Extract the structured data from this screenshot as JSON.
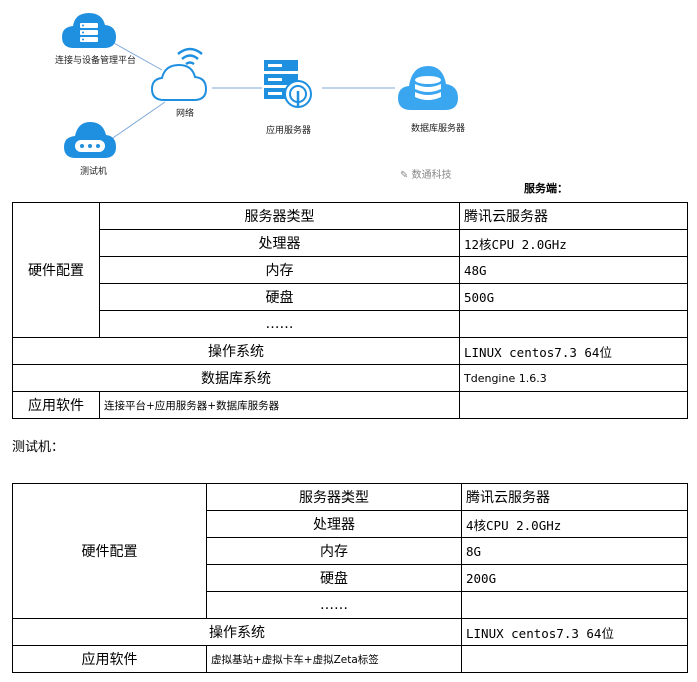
{
  "diagram": {
    "platform_label": "连接与设备管理平台",
    "network_label": "网络",
    "app_server_label": "应用服务器",
    "db_server_label": "数据库服务器",
    "tester_label": "测试机",
    "watermark": "数通科技"
  },
  "server_section": {
    "title": "服务端：",
    "hardware_label": "硬件配置",
    "rows": [
      {
        "key": "服务器类型",
        "value": "腾讯云服务器"
      },
      {
        "key": "处理器",
        "value": "12核CPU  2.0GHz"
      },
      {
        "key": "内存",
        "value": "48G"
      },
      {
        "key": "硬盘",
        "value": "500G"
      },
      {
        "key": "……",
        "value": ""
      }
    ],
    "os_label": "操作系统",
    "os_value": "LINUX  centos7.3 64位",
    "db_label": "数据库系统",
    "db_value": "Tdengine 1.6.3",
    "app_label": "应用软件",
    "app_value": "连接平台+应用服务器+数据库服务器",
    "app_extra": ""
  },
  "tester_section": {
    "title": "测试机：",
    "hardware_label": "硬件配置",
    "rows": [
      {
        "key": "服务器类型",
        "value": "腾讯云服务器"
      },
      {
        "key": "处理器",
        "value": "4核CPU  2.0GHz"
      },
      {
        "key": "内存",
        "value": "8G"
      },
      {
        "key": "硬盘",
        "value": "200G"
      },
      {
        "key": "……",
        "value": ""
      }
    ],
    "os_label": "操作系统",
    "os_value": "LINUX  centos7.3 64位",
    "app_label": "应用软件",
    "app_value": "虚拟基站+虚拟卡车+虚拟Zeta标签",
    "app_extra": ""
  },
  "colors": {
    "icon_blue": "#1f8fe0",
    "icon_light": "#3aa6f0",
    "line": "#7fa8d8"
  }
}
